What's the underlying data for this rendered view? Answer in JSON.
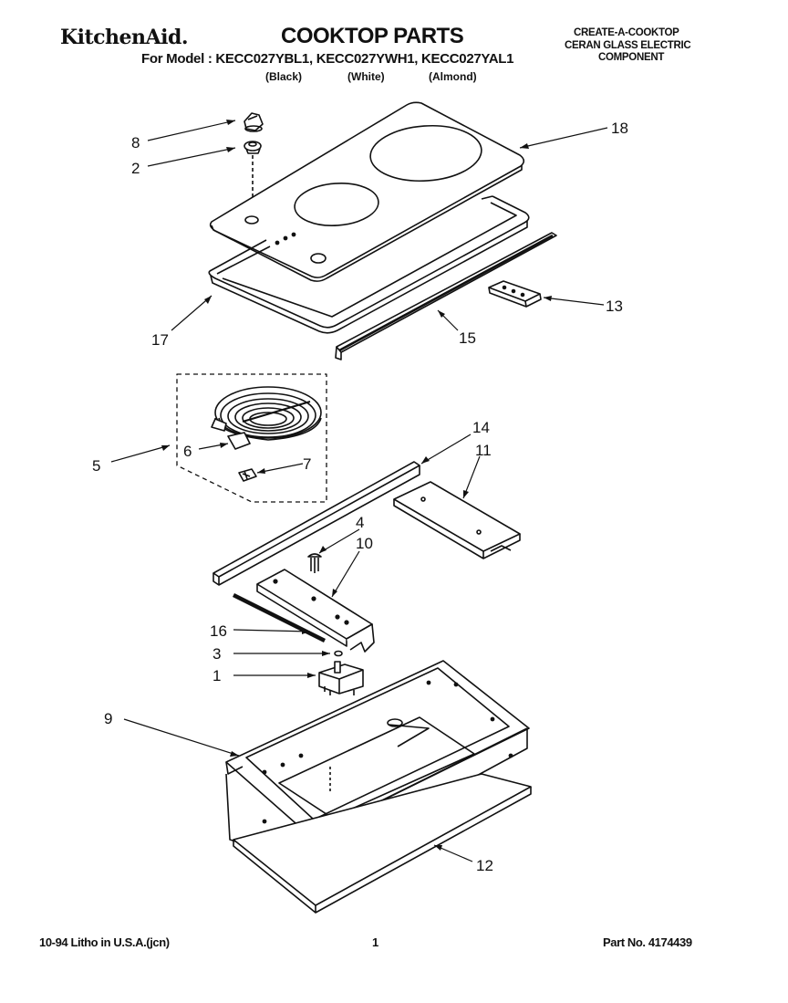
{
  "header": {
    "brand": "KitchenAid.",
    "title": "COOKTOP PARTS",
    "model_line": "For Model : KECC027YBL1, KECC027YWH1, KECC027YAL1",
    "variants": [
      "(Black)",
      "(White)",
      "(Almond)"
    ],
    "category_lines": [
      "CREATE-A-COOKTOP",
      "CERAN GLASS ELECTRIC",
      "COMPONENT"
    ]
  },
  "callouts": [
    "8",
    "2",
    "18",
    "17",
    "15",
    "13",
    "5",
    "6",
    "7",
    "14",
    "11",
    "4",
    "10",
    "16",
    "3",
    "1",
    "9",
    "12"
  ],
  "footer": {
    "left": "10-94 Litho in U.S.A.(jcn)",
    "page": "1",
    "part_no": "Part No. 4174439"
  }
}
